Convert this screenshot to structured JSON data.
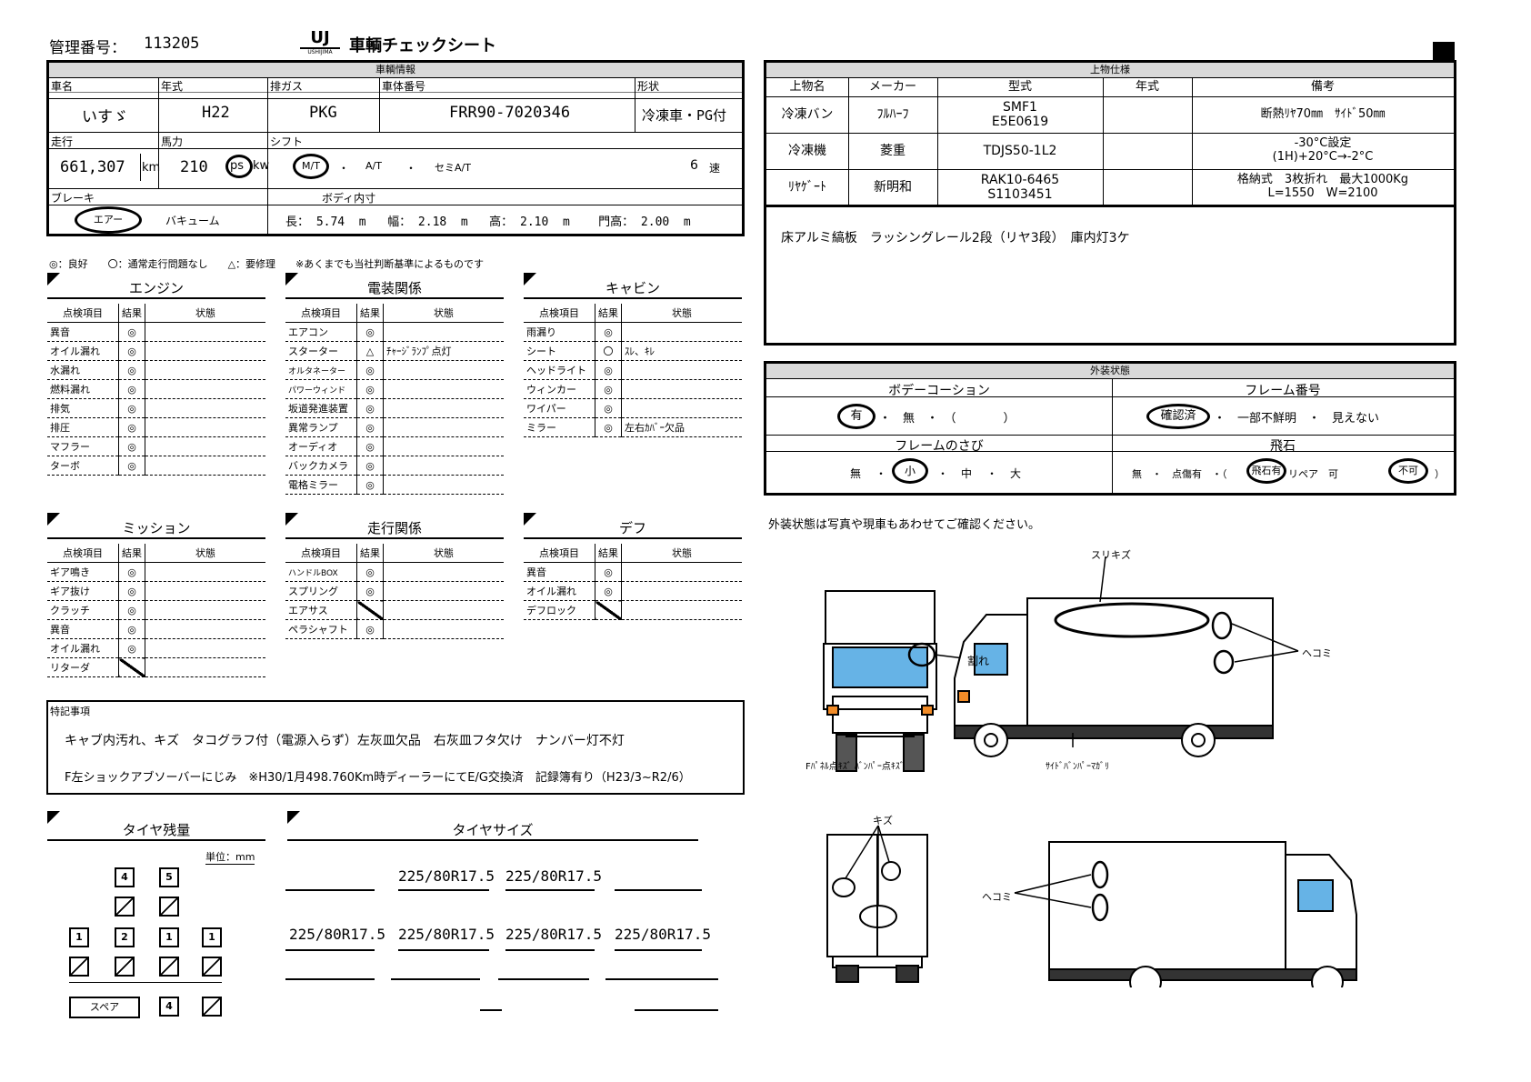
{
  "header": {
    "mgmt_label": "管理番号：",
    "mgmt_no": "113205",
    "logo_text": "UJ",
    "logo_sub": "USHIJIMA",
    "title": "車輌チェックシート"
  },
  "vehicle": {
    "section": "車輌情報",
    "name_label": "車名",
    "name": "いすゞ",
    "year_label": "年式",
    "year": "H22",
    "exhaust_label": "排ガス",
    "exhaust": "PKG",
    "chassis_label": "車体番号",
    "chassis": "FRR90-7020346",
    "shape_label": "形状",
    "shape": "冷凍車・PG付",
    "mileage_label": "走行",
    "mileage": "661,307",
    "mileage_unit": "km",
    "hp_label": "馬力",
    "hp": "210",
    "hp_unit_ps": "ps",
    "hp_unit_kw": "kw",
    "shift_label": "シフト",
    "shift_mt": "M/T",
    "shift_at": "A/T",
    "shift_semi": "セミA/T",
    "shift_dot1": "・",
    "shift_dot2": "・",
    "gears": "6",
    "gears_unit": "速",
    "brake_label": "ブレーキ",
    "brake_air": "エアー",
    "brake_vac": "バキューム",
    "body_label": "ボディ内寸",
    "body_dims": "長： 5.74  m   幅： 2.18  m   高： 2.10  m    門高： 2.00  m"
  },
  "upper": {
    "section": "上物仕様",
    "headers": [
      "上物名",
      "メーカー",
      "型式",
      "年式",
      "備考"
    ],
    "rows": [
      {
        "name": "冷凍バン",
        "maker": "ﾌﾙﾊｰﾌ",
        "model": "SMF1\nE5E0619",
        "year": "",
        "note": "断熱ﾘﾔ70㎜　ｻｲﾄﾞ50㎜"
      },
      {
        "name": "冷凍機",
        "maker": "菱重",
        "model": "TDJS50-1L2",
        "year": "",
        "note": "-30°C設定\n(1H)+20°C→-2°C"
      },
      {
        "name": "ﾘﾔｹﾞｰﾄ",
        "maker": "新明和",
        "model": "RAK10-6465\nS1103451",
        "year": "",
        "note": "格納式　3枚折れ　最大1000Kg\nL=1550　W=2100"
      }
    ],
    "remark": "床アルミ縞板　ラッシングレール2段（リヤ3段）　庫内灯3ケ"
  },
  "exterior": {
    "section": "外装状態",
    "coat_label": "ボデーコーション",
    "coat_opts": "有 ・ 無 ・ （　　）",
    "coat_yes": "有",
    "coat_rest": "・　無　・　（　　　　）",
    "frame_label": "フレーム番号",
    "frame_ok": "確認済",
    "frame_rest": "・　一部不鮮明　・　見えない",
    "rust_label": "フレームのさび",
    "rust_none": "無",
    "rust_small": "小",
    "rust_mid": "中",
    "rust_big": "大",
    "stone_label": "飛石",
    "stone_text1": "無　・　点傷有　・（",
    "stone_yes": "飛石有",
    "stone_text2": "リペア　可",
    "stone_no": "不可",
    "stone_end": "）",
    "note": "外装状態は写真や現車もあわせてご確認ください。"
  },
  "legend": "◎：良好　　〇：通常走行問題なし　　△：要修理　　※あくまでも当社判断基準によるものです",
  "col_headers": [
    "点検項目",
    "結果",
    "状態"
  ],
  "engine": {
    "title": "エンジン",
    "rows": [
      [
        "異音",
        "◎",
        ""
      ],
      [
        "オイル漏れ",
        "◎",
        ""
      ],
      [
        "水漏れ",
        "◎",
        ""
      ],
      [
        "燃料漏れ",
        "◎",
        ""
      ],
      [
        "排気",
        "◎",
        ""
      ],
      [
        "排圧",
        "◎",
        ""
      ],
      [
        "マフラー",
        "◎",
        ""
      ],
      [
        "ターボ",
        "◎",
        ""
      ]
    ]
  },
  "electric": {
    "title": "電装関係",
    "rows": [
      [
        "エアコン",
        "◎",
        ""
      ],
      [
        "スターター",
        "△",
        "ﾁｬｰｼﾞﾗﾝﾌﾟ点灯"
      ],
      [
        "オルタネーター",
        "◎",
        ""
      ],
      [
        "パワーウィンド",
        "◎",
        ""
      ],
      [
        "坂道発進装置",
        "◎",
        ""
      ],
      [
        "異常ランプ",
        "◎",
        ""
      ],
      [
        "オーディオ",
        "◎",
        ""
      ],
      [
        "バックカメラ",
        "◎",
        ""
      ],
      [
        "電格ミラー",
        "◎",
        ""
      ]
    ]
  },
  "cabin": {
    "title": "キャビン",
    "rows": [
      [
        "雨漏り",
        "◎",
        ""
      ],
      [
        "シート",
        "〇",
        "ｽﾚ、ｷﾚ"
      ],
      [
        "ヘッドライト",
        "◎",
        ""
      ],
      [
        "ウィンカー",
        "◎",
        ""
      ],
      [
        "ワイパー",
        "◎",
        ""
      ],
      [
        "ミラー",
        "◎",
        "左右ｶﾊﾞｰ欠品"
      ]
    ]
  },
  "mission": {
    "title": "ミッション",
    "rows": [
      [
        "ギア鳴き",
        "◎",
        ""
      ],
      [
        "ギア抜け",
        "◎",
        ""
      ],
      [
        "クラッチ",
        "◎",
        ""
      ],
      [
        "異音",
        "◎",
        ""
      ],
      [
        "オイル漏れ",
        "◎",
        ""
      ],
      [
        "リターダ",
        "",
        ""
      ]
    ]
  },
  "running": {
    "title": "走行関係",
    "rows": [
      [
        "ハンドルBOX",
        "◎",
        ""
      ],
      [
        "スプリング",
        "◎",
        ""
      ],
      [
        "エアサス",
        "",
        ""
      ],
      [
        "ペラシャフト",
        "◎",
        ""
      ]
    ]
  },
  "diff": {
    "title": "デフ",
    "rows": [
      [
        "異音",
        "◎",
        ""
      ],
      [
        "オイル漏れ",
        "◎",
        ""
      ],
      [
        "デフロック",
        "",
        ""
      ]
    ]
  },
  "special": {
    "label": "特記事項",
    "line1": "キャブ内汚れ、キズ　タコグラフ付（電源入らず）左灰皿欠品　右灰皿フタ欠け　ナンバー灯不灯",
    "line2": "F左ショックアブソーバーにじみ　※H30/1月498.760Km時ディーラーにてE/G交換済　記録簿有り（H23/3~R2/6）"
  },
  "tire": {
    "remain_title": "タイヤ残量",
    "unit": "単位：mm",
    "front": [
      "4",
      "5"
    ],
    "rear": [
      "1",
      "2",
      "1",
      "1"
    ],
    "spare_label": "スペア",
    "spare": "4",
    "size_title": "タイヤサイズ",
    "size_front": [
      "225/80R17.5",
      "225/80R17.5"
    ],
    "size_rear": [
      "225/80R17.5",
      "225/80R17.5",
      "225/80R17.5",
      "225/80R17.5"
    ]
  },
  "diagram": {
    "scratch": "スリキズ",
    "dent": "ヘコミ",
    "crack": "割れ",
    "front_note": "Fﾊﾟﾈﾙ点ｷｽﾞ ﾊﾞﾝﾊﾟｰ点ｷｽﾞ",
    "side_note": "ｻｲﾄﾞﾊﾞﾝﾊﾟｰﾏｶﾞﾘ",
    "rear_scratch": "キズ",
    "rear_dent": "ヘコミ"
  }
}
